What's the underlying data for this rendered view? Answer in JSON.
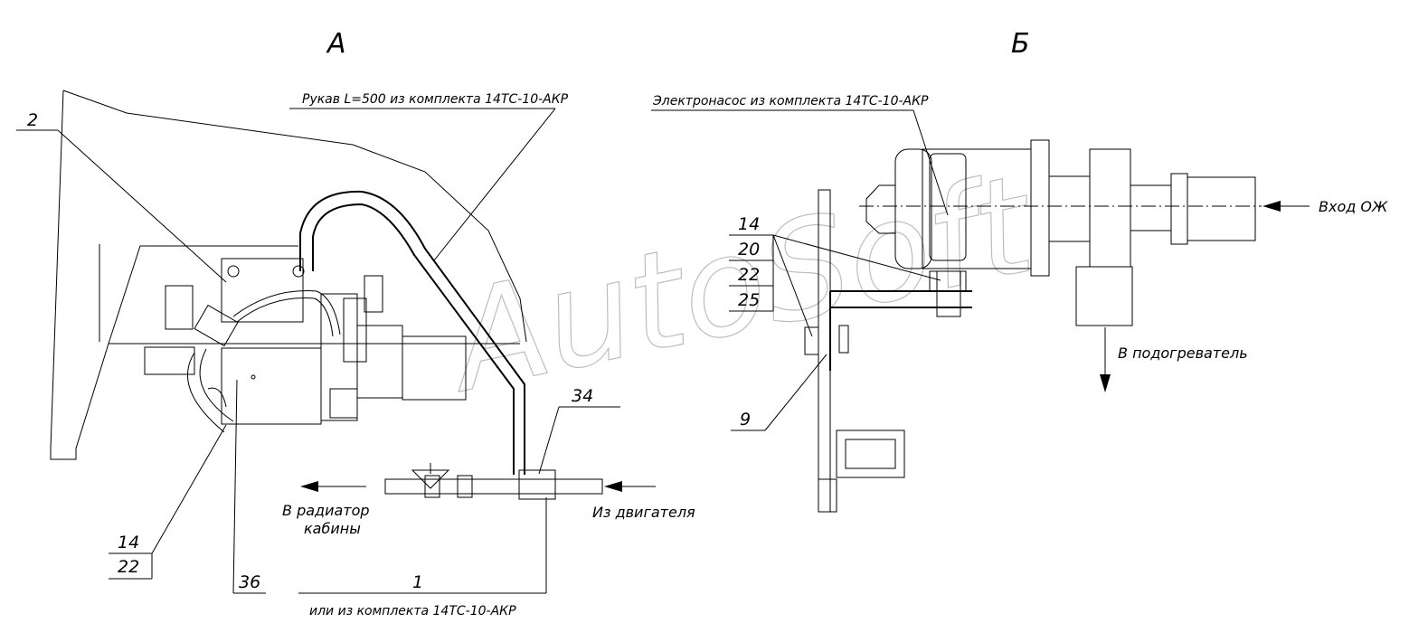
{
  "views": {
    "a_title": "А",
    "b_title": "Б"
  },
  "notes": {
    "hose": "Рукав L=500 из комплекта 14ТС-10-АКР",
    "pump": "Электронасос из комплекта 14ТС-10-АКР",
    "kit": "или из комплекта 14ТС-10-АКР"
  },
  "labels": {
    "to_radiator": "В радиатор",
    "to_radiator_2": "кабины",
    "from_engine": "Из двигателя",
    "coolant_in": "Вход ОЖ",
    "to_heater": "В подогреватель"
  },
  "positions": {
    "a": [
      "2",
      "34",
      "14",
      "22",
      "36",
      "1"
    ],
    "b": [
      "14",
      "20",
      "22",
      "25",
      "9"
    ]
  },
  "watermark": "AutoSoft"
}
